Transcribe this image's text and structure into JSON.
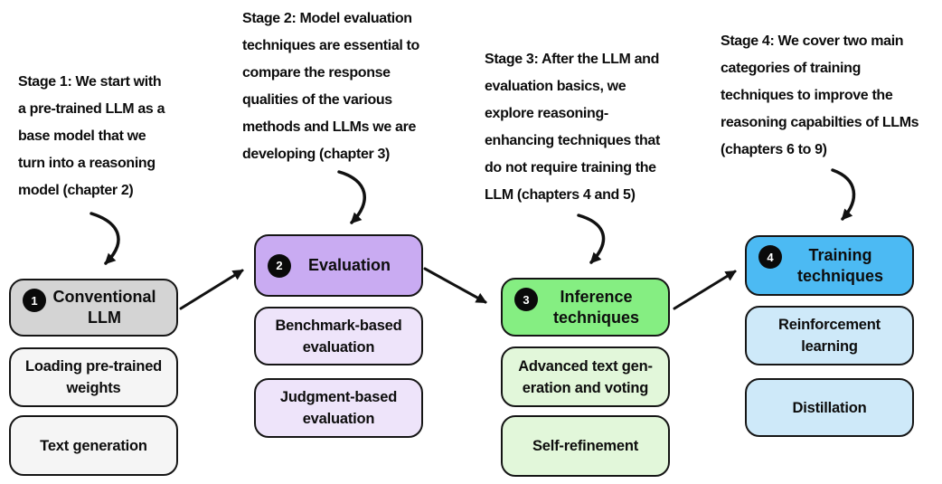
{
  "notes": [
    {
      "text": "Stage 1: We start with\na pre-trained LLM as a\nbase model that we\nturn into a reasoning\nmodel (chapter 2)"
    },
    {
      "text": "Stage 2: Model evaluation\ntechniques are essential to\ncompare the response\nqualities of the various\nmethods and LLMs we are\ndeveloping (chapter 3)"
    },
    {
      "text": "Stage 3: After the LLM and\nevaluation basics, we\nexplore reasoning-\nenhancing techniques that\ndo not require training the\nLLM (chapters 4 and 5)"
    },
    {
      "text": "Stage 4: We cover two main\ncategories of training\ntechniques to improve the\nreasoning capabilties of LLMs\n(chapters 6 to 9)"
    }
  ],
  "columns": [
    {
      "badge": "1",
      "title": "Conventional\nLLM",
      "items": [
        "Loading pre-trained\nweights",
        "Text generation"
      ],
      "header_color": "#d4d4d4",
      "item_color": "#f5f5f5"
    },
    {
      "badge": "2",
      "title": "Evaluation",
      "items": [
        "Benchmark-based\nevaluation",
        "Judgment-based\nevaluation"
      ],
      "header_color": "#c9abf2",
      "item_color": "#eee4fa"
    },
    {
      "badge": "3",
      "title": "Inference\ntechniques",
      "items": [
        "Advanced text gen-\neration and voting",
        "Self-refinement"
      ],
      "header_color": "#85ee82",
      "item_color": "#e2f7da"
    },
    {
      "badge": "4",
      "title": "Training\ntechniques",
      "items": [
        "Reinforcement\nlearning",
        "Distillation"
      ],
      "header_color": "#4cbaf3",
      "item_color": "#cee9f9"
    }
  ],
  "arrow_color": "#111111"
}
